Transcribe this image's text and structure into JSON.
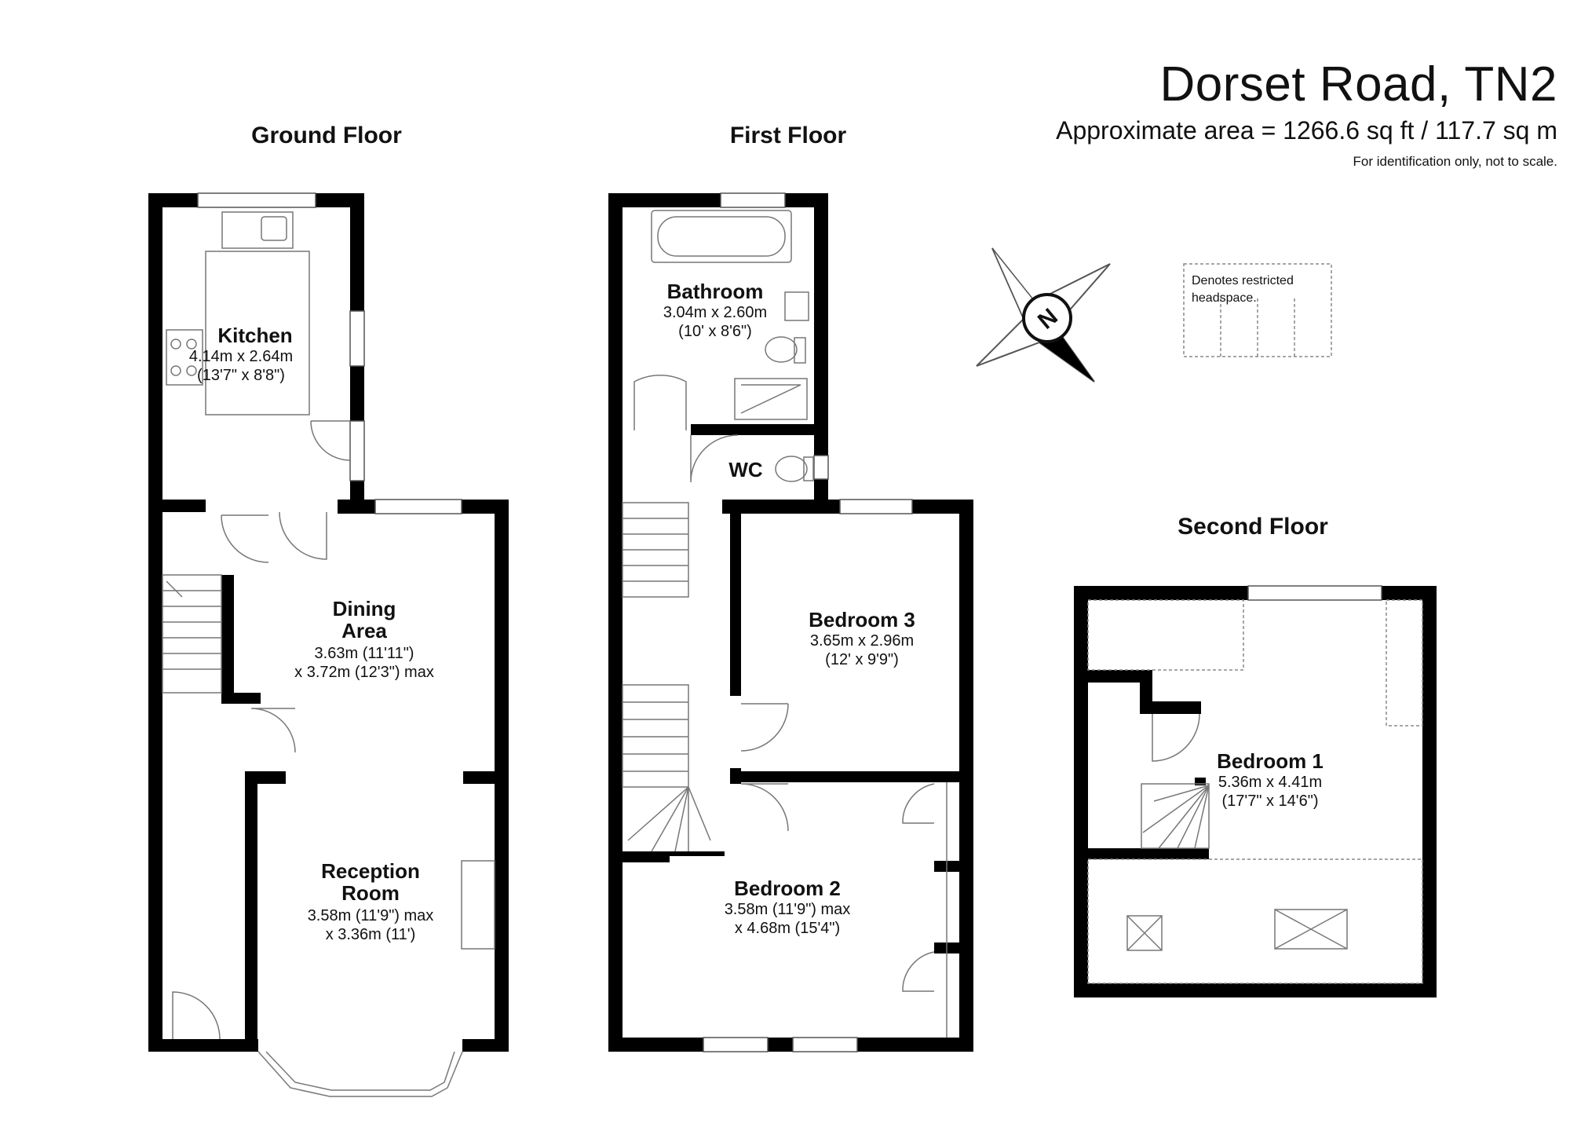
{
  "header": {
    "title": "Dorset Road, TN2",
    "area": "Approximate area = 1266.6 sq ft / 117.7 sq m",
    "note": "For identification only, not to scale."
  },
  "legend": {
    "line1": "Denotes restricted",
    "line2": "headspace."
  },
  "compass": {
    "label": "N"
  },
  "floors": {
    "ground": {
      "label": "Ground Floor",
      "kitchen": {
        "name": "Kitchen",
        "dim1": "4.14m x 2.64m",
        "dim2": "(13'7\" x 8'8\")"
      },
      "dining": {
        "name1": "Dining",
        "name2": "Area",
        "dim1": "3.63m (11'11\")",
        "dim2": "x 3.72m (12'3\") max"
      },
      "reception": {
        "name1": "Reception",
        "name2": "Room",
        "dim1": "3.58m (11'9\") max",
        "dim2": "x 3.36m (11')"
      }
    },
    "first": {
      "label": "First Floor",
      "bathroom": {
        "name": "Bathroom",
        "dim1": "3.04m x 2.60m",
        "dim2": "(10' x 8'6\")"
      },
      "wc": {
        "name": "WC"
      },
      "bedroom3": {
        "name": "Bedroom 3",
        "dim1": "3.65m x 2.96m",
        "dim2": "(12' x 9'9\")"
      },
      "bedroom2": {
        "name": "Bedroom 2",
        "dim1": "3.58m (11'9\") max",
        "dim2": "x 4.68m (15'4\")"
      }
    },
    "second": {
      "label": "Second Floor",
      "bedroom1": {
        "name": "Bedroom 1",
        "dim1": "5.36m x 4.41m",
        "dim2": "(17'7\" x 14'6\")"
      }
    }
  }
}
